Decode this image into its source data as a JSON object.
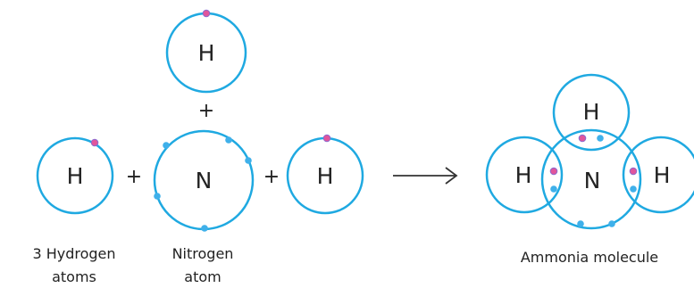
{
  "atoms": {
    "hydrogen_symbol": "H",
    "nitrogen_symbol": "N"
  },
  "operators": {
    "plus": "+"
  },
  "labels": {
    "hydrogen_line1": "3 Hydrogen",
    "hydrogen_line2": "atoms",
    "nitrogen_line1": "Nitrogen",
    "nitrogen_line2": "atom",
    "product": "Ammonia molecule"
  },
  "colors": {
    "shell": "#1fa9e1",
    "electron_blue": "#3fb0ea",
    "electron_pink": "#e0559c",
    "text": "#222222",
    "arrow": "#333333"
  }
}
